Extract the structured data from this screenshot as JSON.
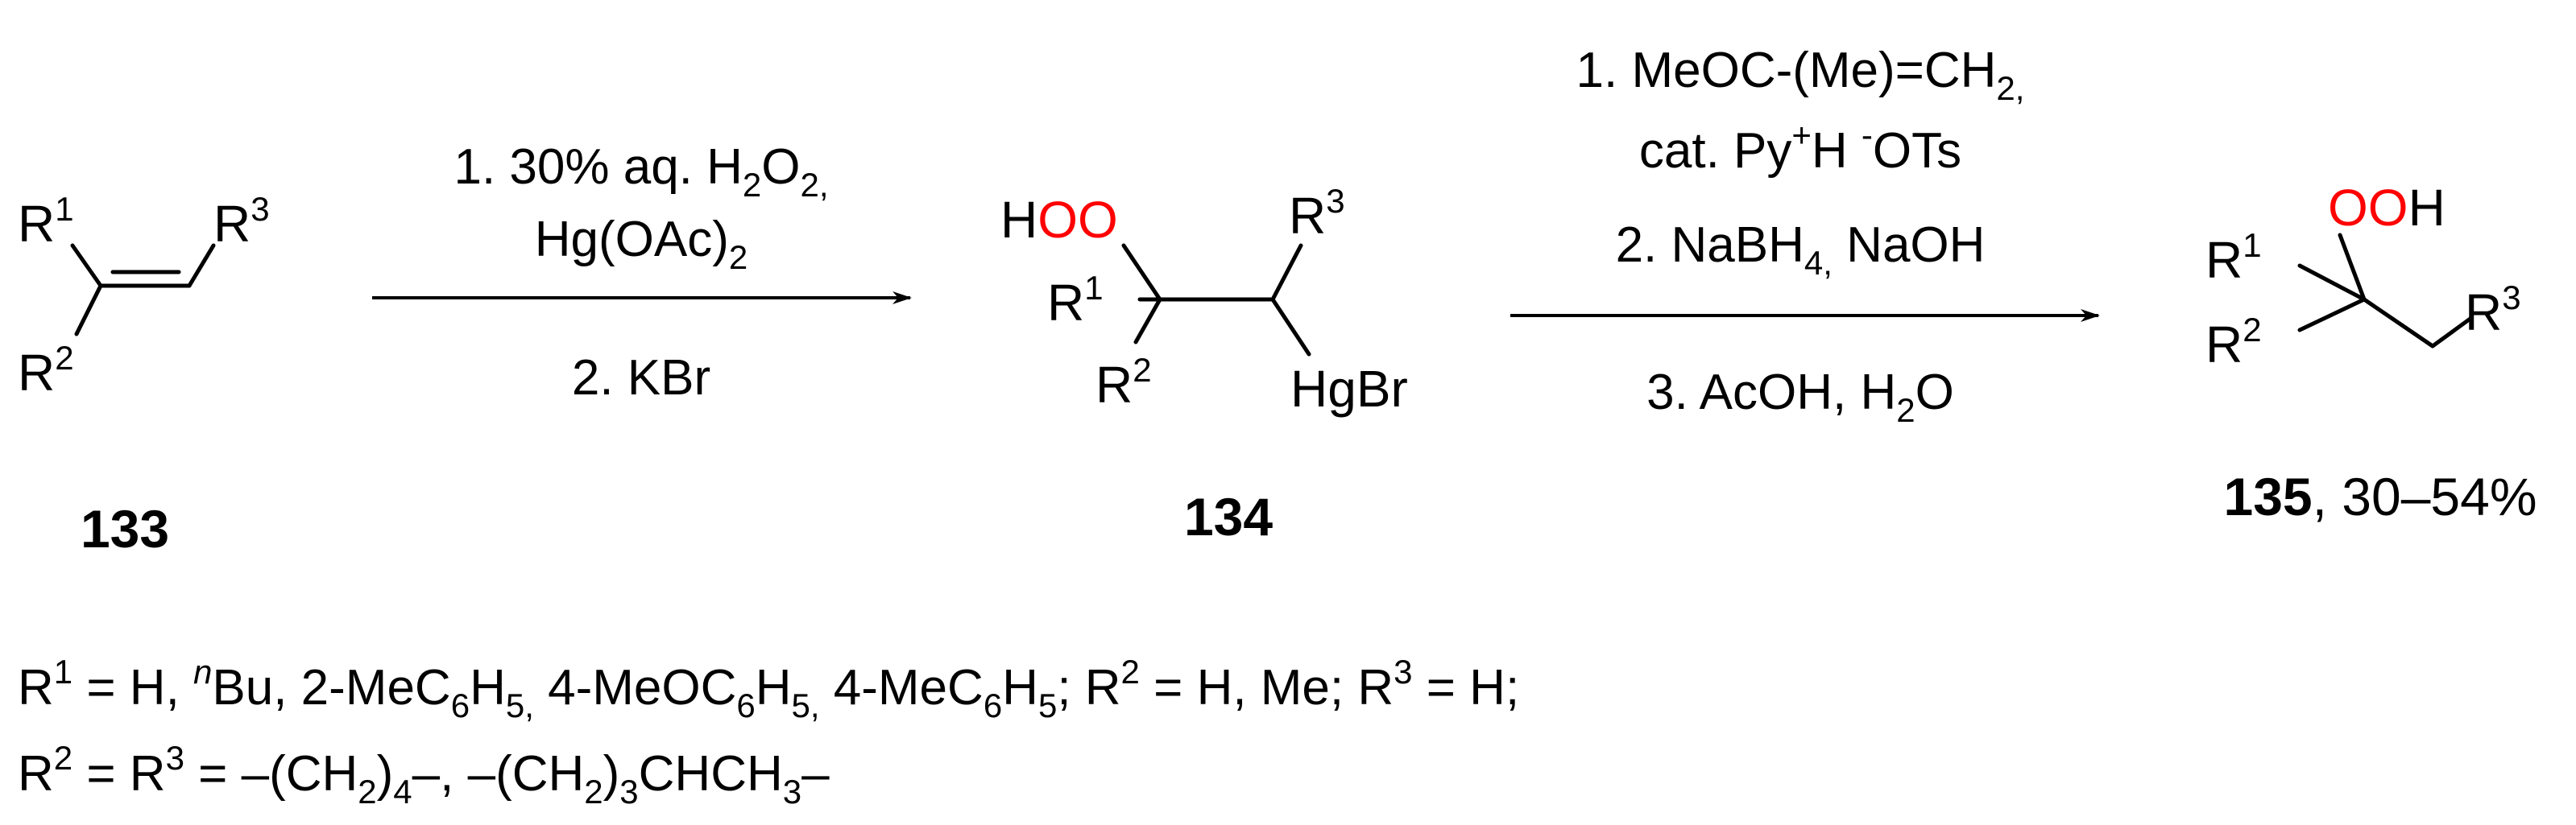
{
  "labels": {
    "r1": "R",
    "r2": "R",
    "r3": "R",
    "n1": "1",
    "n2": "2",
    "n3": "3",
    "o": "O",
    "h": "H",
    "hgbr": "HgBr"
  },
  "colors": {
    "oxygen": "#ff0000",
    "bond": "#000000"
  },
  "compound_133": {
    "id": "133"
  },
  "compound_134": {
    "id": "134"
  },
  "compound_135": {
    "id": "135",
    "yield": ", 30–54%"
  },
  "step1": {
    "line1_a": "1. 30% aq. H",
    "line1_sub1": "2",
    "line1_b": "O",
    "line1_sub2": "2,",
    "line2_a": "Hg(OAc)",
    "line2_sub": "2",
    "line3": "2. KBr"
  },
  "step2": {
    "line1_a": "1. MeOC-(Me)=CH",
    "line1_sub": "2,",
    "line2_a": "cat. Py",
    "line2_sup": "+",
    "line2_b": "H ",
    "line2_sup2": "-",
    "line2_c": "OTs",
    "line3_a": "2. NaBH",
    "line3_sub": "4,",
    "line3_b": " NaOH",
    "line4_a": "3. AcOH, H",
    "line4_sub": "2",
    "line4_b": "O"
  },
  "legend": {
    "l1_r": "R",
    "l1_s1": "1",
    "l1_t1": " = H,  ",
    "l1_nsup": "n",
    "l1_t2": "Bu, 2-MeC",
    "l1_sub6a": "6",
    "l1_t3": "H",
    "l1_sub5a": "5,",
    "l1_t4": " 4-MeOC",
    "l1_sub6b": "6",
    "l1_t5": "H",
    "l1_sub5b": "5,",
    "l1_t6": " 4-MeC",
    "l1_sub6c": "6",
    "l1_t7": "H",
    "l1_sub5c": "5",
    "l1_t8": ";  R",
    "l1_s2": "2",
    "l1_t9": " = H, Me; R",
    "l1_s3": "3",
    "l1_t10": " = H;",
    "l2_r": "R",
    "l2_s2": "2",
    "l2_t1": " = R",
    "l2_s3": "3",
    "l2_t2": " = –(CH",
    "l2_sub2a": "2",
    "l2_t3": ")",
    "l2_sub4": "4",
    "l2_t4": "–, –(CH",
    "l2_sub2b": "2",
    "l2_t5": ")",
    "l2_sub3": "3",
    "l2_t6": "CHCH",
    "l2_sub3b": "3",
    "l2_t7": "–"
  }
}
